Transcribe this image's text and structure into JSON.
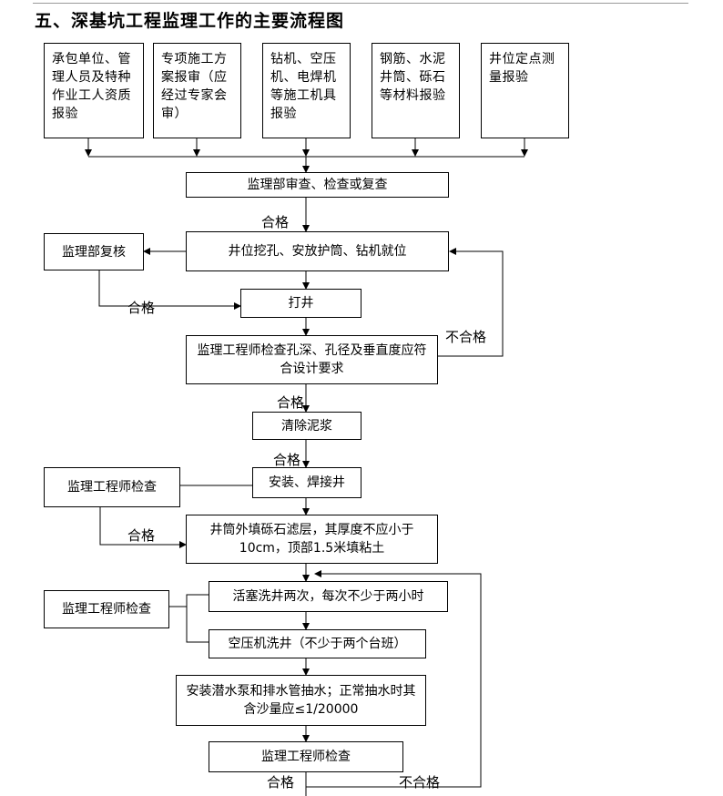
{
  "title": "五、深基坑工程监理工作的主要流程图",
  "boxes": {
    "b1": "承包单位、管理人员及特种作业工人资质报验",
    "b2": "专项施工方案报审（应经过专家会审）",
    "b3": "钻机、空压机、电焊机等施工机具报验",
    "b4": "钢筋、水泥井筒、砾石等材料报验",
    "b5": "井位定点测量报验",
    "review": "监理部审查、检查或复查",
    "recheck": "监理部复核",
    "excavate": "井位挖孔、安放护筒、钻机就位",
    "drill": "打井",
    "inspect_hole": "监理工程师检查孔深、孔径及垂直度应符合设计要求",
    "clear_mud": "清除泥浆",
    "inspector1": "监理工程师检查",
    "install": "安装、焊接井",
    "filter": "井筒外填砾石滤层，其厚度不应小于10cm，顶部1.5米填粘土",
    "inspector2": "监理工程师检查",
    "piston": "活塞洗井两次，每次不少于两小时",
    "air_wash": "空压机洗井（不少于两个台班）",
    "pump": "安装潜水泵和排水管抽水；正常抽水时其含沙量应≤1/20000",
    "final_check": "监理工程师检查"
  },
  "labels": {
    "pass": "合格",
    "fail": "不合格"
  }
}
